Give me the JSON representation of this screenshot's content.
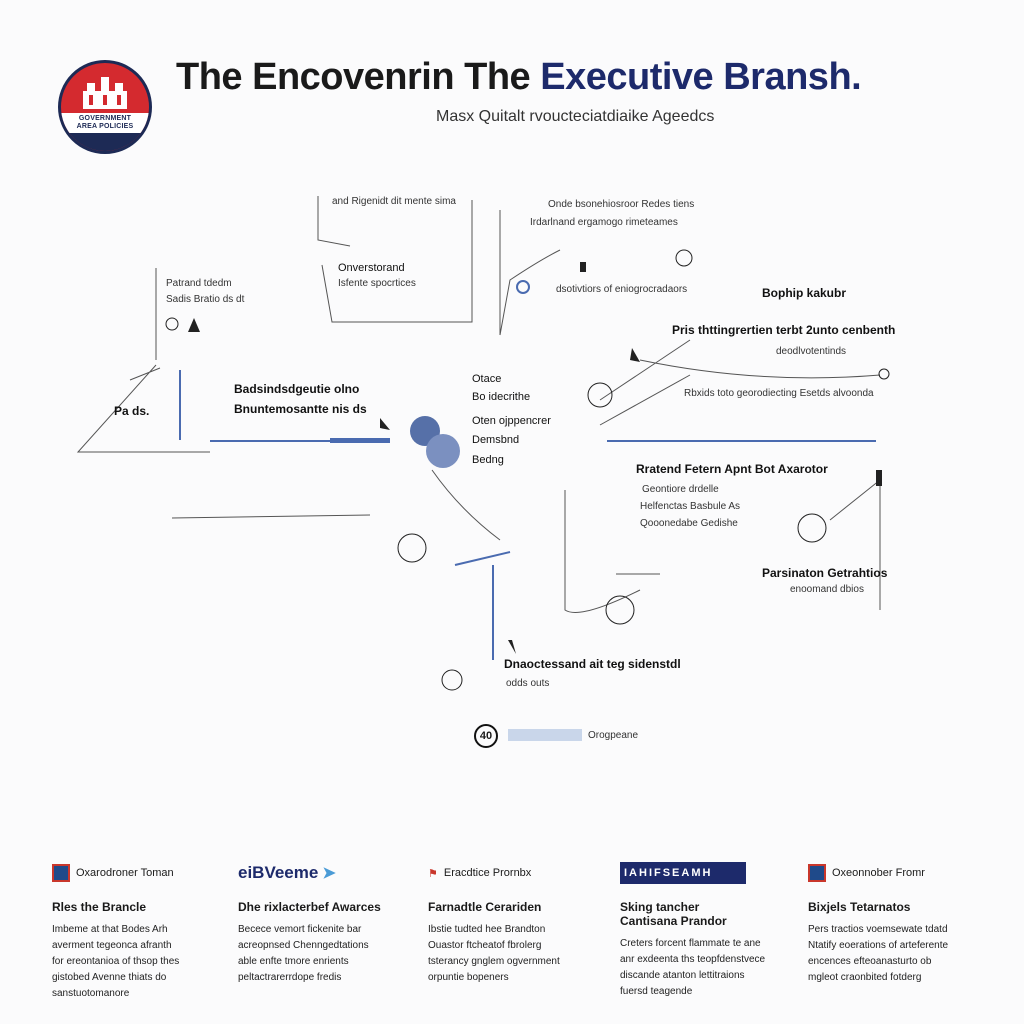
{
  "header": {
    "logo_text": "GOVERNMENT AREA POLICIES",
    "title_part1": "The Encovenrin The ",
    "title_part2": "Executive Bransh.",
    "subtitle": "Masx Quitalt rvoucteciatdiaike Ageedcs"
  },
  "diagram": {
    "nodes": [
      {
        "line1": "and Rigenidt dit mente sima",
        "line2": ""
      },
      {
        "line1": "Onde bsonehiosroor Redes tiens",
        "line2": "Irdarlnand ergamogo rimeteames"
      },
      {
        "line1": "Patrand tdedm",
        "line2": "Sadis Bratio ds dt"
      },
      {
        "line1": "Onverstorand",
        "line2": "Isfente spocrtices"
      },
      {
        "line1": "dsotivtiors of eniogrocradaors",
        "line2": ""
      },
      {
        "line1": "Bophip kakubr",
        "line2": ""
      },
      {
        "line1": "Pris thttingrertien terbt 2unto cenbenth",
        "line2": "deodlvotentinds"
      },
      {
        "line1": "Pa ds.",
        "line2": ""
      },
      {
        "line1": "Badsindsdgeutie olno",
        "line2": "Bnuntemosantte nis ds"
      },
      {
        "line1": "Otace",
        "line2": "Bo idecrithe"
      },
      {
        "line1": "Oten ojppencrer",
        "line2": "Demsbnd"
      },
      {
        "line1": "Bedng",
        "line2": ""
      },
      {
        "line1": "Rbxids toto georodiecting Esetds alvoonda",
        "line2": ""
      },
      {
        "line1": "Rratend Fetern Apnt Bot Axarotor",
        "line2": "Geontiore drdelle"
      },
      {
        "line1": "Helfenctas Basbule As",
        "line2": "Qooonedabe Gedishe"
      },
      {
        "line1": "Parsinaton Getrahtios",
        "line2": "enoomand dbios"
      },
      {
        "line1": "Dnaoctessand ait teg sidenstdl",
        "line2": "odds outs"
      },
      {
        "line1": "Orogpeane",
        "line2": ""
      }
    ],
    "legend_badge": "40"
  },
  "footer": {
    "columns": [
      {
        "header": "Oxarodroner Toman",
        "heading": "Rles the Brancle",
        "body": "Imbeme at that Bodes Arh\naverment tegeonca afranth\nfor ereontanioa of thsop thes\ngistobed Avenne thiats do\nsanstuotomanore"
      },
      {
        "header": "eiBVeeme",
        "heading": "Dhe rixlacterbef Awarces",
        "body": "Becece vemort fickenite bar\nacreopnsed Chenngedtations\nable enfte tmore enrients\npeltactrarerrdope fredis"
      },
      {
        "header": "Eracdtice Prornbx",
        "heading": "Farnadtle Cerariden",
        "body": "Ibstie tudted hee Brandton\nOuastor ftcheatof fbrolerg\ntsterancy gnglem ogvernment\norpuntie bopeners"
      },
      {
        "header": "IAHIFSEAMH",
        "heading": "Sking tancher\nCantisana Prandor",
        "body": "Creters forcent flammate te ane\nanr exdeenta ths teopfdenstvece\ndiscande atanton lettitraions\nfuersd teagende"
      },
      {
        "header": "Oxeonnober Fromr",
        "heading": "Bixjels Tetarnatos",
        "body": "Pers tractios voemsewate tdatd\nNtatify eoerations of arteferente\nencences efteoanasturto ob\nmgleot craonbited fotderg"
      }
    ]
  },
  "colors": {
    "navy": "#1d2a6b",
    "red": "#d42a2f",
    "accent_blue": "#4a6bb0",
    "light_blue": "#c9d6ea"
  }
}
